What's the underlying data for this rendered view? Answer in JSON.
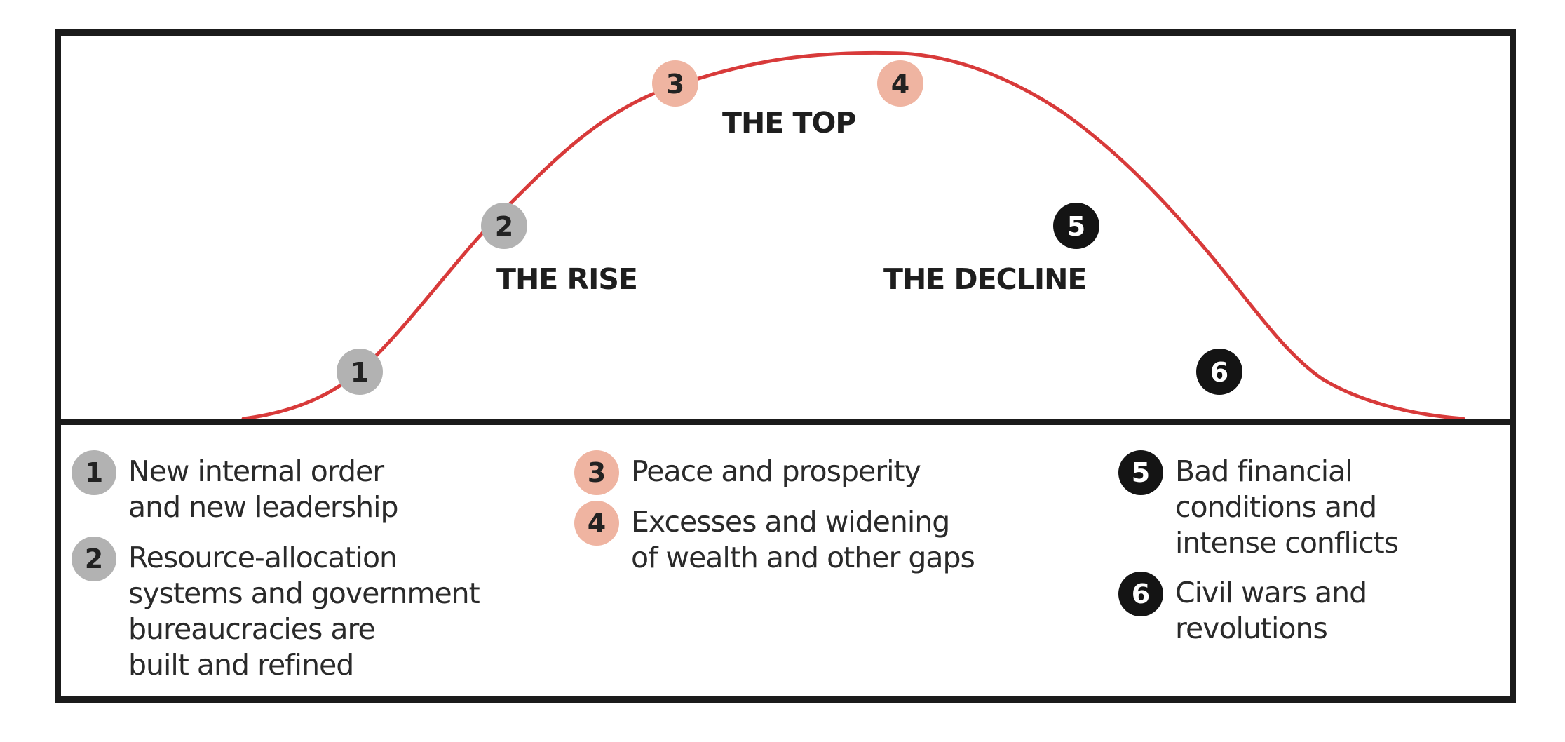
{
  "colors": {
    "curve": "#d83a3a",
    "frame": "#1b1b1b",
    "rise_badge": "#b2b2b2",
    "top_badge": "#efb4a1",
    "decline_badge": "#141414"
  },
  "phases": {
    "top": "THE TOP",
    "rise": "THE RISE",
    "decline": "THE DECLINE"
  },
  "stages": [
    {
      "num": "1",
      "group": "rise",
      "lines": [
        "New internal order",
        "and new leadership"
      ]
    },
    {
      "num": "2",
      "group": "rise",
      "lines": [
        "Resource-allocation",
        "systems and government",
        "bureaucracies are",
        "built and refined"
      ]
    },
    {
      "num": "3",
      "group": "top",
      "lines": [
        "Peace and prosperity"
      ]
    },
    {
      "num": "4",
      "group": "top",
      "lines": [
        "Excesses and widening",
        "of wealth and other gaps"
      ]
    },
    {
      "num": "5",
      "group": "decline",
      "lines": [
        "Bad financial",
        "conditions and",
        "intense conflicts"
      ]
    },
    {
      "num": "6",
      "group": "decline",
      "lines": [
        "Civil wars and",
        "revolutions"
      ]
    }
  ]
}
